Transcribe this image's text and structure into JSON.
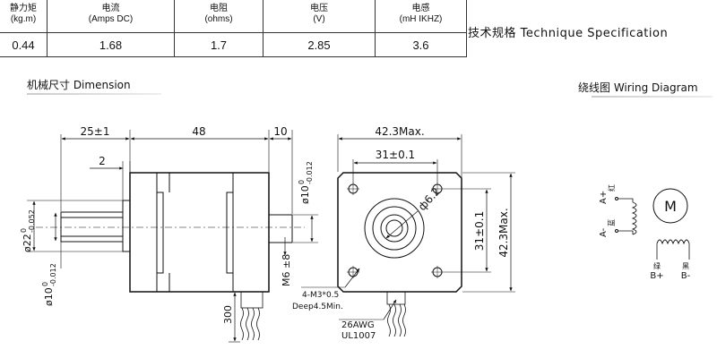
{
  "spec_table": {
    "headers": [
      {
        "name": "静力矩",
        "unit": "(kg.m)"
      },
      {
        "name": "电流",
        "unit": "(Amps DC)"
      },
      {
        "name": "电阻",
        "unit": "(ohms)"
      },
      {
        "name": "电压",
        "unit": "(V)"
      },
      {
        "name": "电感",
        "unit": "(mH    IKHZ)"
      }
    ],
    "values": [
      "0.44",
      "1.68",
      "1.7",
      "2.85",
      "3.6"
    ]
  },
  "tech_spec_title": "技术规格 Technique Specification",
  "dimension_title": "机械尺寸 Dimension",
  "wiring_title": "绕线图 Wiring Diagram",
  "side_view": {
    "dim_shaft_length": "25±1",
    "dim_body_length": "48",
    "dim_rear_shaft": "10",
    "dim_flat": "2",
    "dim_front_boss": "ø22",
    "dim_front_boss_tol_top": "0",
    "dim_front_boss_tol_bot": "-0.052",
    "dim_shaft_dia": "ø10",
    "dim_shaft_tol_top": "0",
    "dim_shaft_tol_bot": "-0.012",
    "dim_rear_dia": "ø10",
    "dim_rear_tol_top": "0",
    "dim_rear_tol_bot": "-0.012",
    "dim_rear_boss": "M6 ±8",
    "dim_lead_length": "300"
  },
  "front_view": {
    "dim_width": "42.3Max.",
    "dim_hole_spacing_h": "31±0.1",
    "dim_hole_spacing_v": "31±0.1",
    "dim_height": "42.3Max.",
    "dim_shaft": "ф6.2",
    "hole_note_1": "4-M3*0.5",
    "hole_note_2": "Deep4.5Min.",
    "wire_note_1": "26AWG",
    "wire_note_2": "UL1007"
  },
  "wiring": {
    "a_plus": "A+",
    "a_plus_color": "红",
    "a_minus": "A-",
    "a_minus_color": "蓝",
    "motor": "M",
    "b_plus": "B+",
    "b_plus_color": "绿",
    "b_minus": "B-",
    "b_minus_color": "黑"
  }
}
